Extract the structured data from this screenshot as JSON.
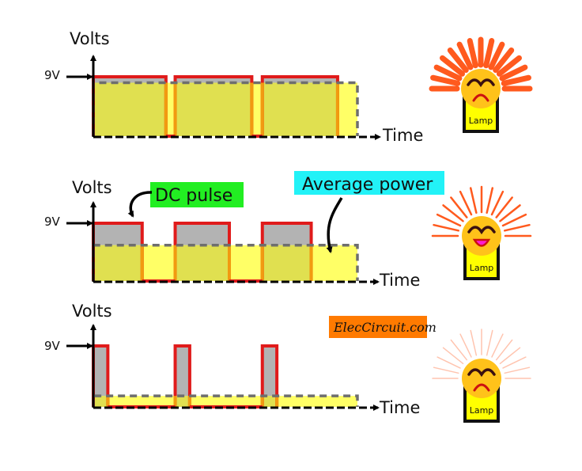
{
  "colors": {
    "pulse_line": "#e01b1b",
    "pulse_fill": "#b3b3b3",
    "average_fill": "#ffff66",
    "overlap_fill": "#e0e050",
    "average_dash": "#6e6e6e",
    "ray_color": "#ff5a1e",
    "lamp_head": "#ffc21a",
    "lamp_body": "#ffff00",
    "dc_pulse_bg": "#22ee22",
    "average_power_bg": "#22f2f7",
    "watermark_bg": "#ff7a00"
  },
  "labels": {
    "y_axis": "Volts",
    "x_axis": "Time",
    "voltage_marker": "9V",
    "dc_pulse": "DC pulse",
    "average_power": "Average power",
    "lamp": "Lamp",
    "watermark": "ElecCircuit.com"
  },
  "chart_data": [
    {
      "type": "area",
      "title": "High duty cycle PWM",
      "xlabel": "Time",
      "ylabel": "Volts",
      "peak_voltage": 9,
      "pulses": [
        [
          0,
          0.275
        ],
        [
          0.31,
          0.6
        ],
        [
          0.64,
          0.925
        ]
      ],
      "average_level": 0.9,
      "lamp_brightness": "bright",
      "lamp_face": "sad"
    },
    {
      "type": "area",
      "title": "Medium duty cycle PWM",
      "xlabel": "Time",
      "ylabel": "Volts",
      "peak_voltage": 9,
      "pulses": [
        [
          0,
          0.185
        ],
        [
          0.31,
          0.515
        ],
        [
          0.64,
          0.825
        ]
      ],
      "average_level": 0.62,
      "lamp_brightness": "medium",
      "lamp_face": "happy"
    },
    {
      "type": "area",
      "title": "Low duty cycle PWM",
      "xlabel": "Time",
      "ylabel": "Volts",
      "peak_voltage": 9,
      "pulses": [
        [
          0,
          0.055
        ],
        [
          0.31,
          0.365
        ],
        [
          0.64,
          0.695
        ]
      ],
      "average_level": 0.18,
      "lamp_brightness": "dim",
      "lamp_face": "sad"
    }
  ]
}
